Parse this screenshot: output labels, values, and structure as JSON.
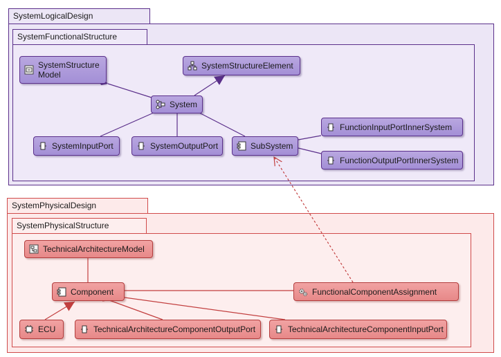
{
  "packages": {
    "logical": "SystemLogicalDesign",
    "functional": "SystemFunctionalStructure",
    "physical": "SystemPhysicalDesign",
    "physical_structure": "SystemPhysicalStructure"
  },
  "nodes": {
    "system_structure_model": "SystemStructure\nModel",
    "system_structure_element": "SystemStructureElement",
    "system": "System",
    "system_input_port": "SystemInputPort",
    "system_output_port": "SystemOutputPort",
    "subsystem": "SubSystem",
    "function_input_port_inner_system": "FunctionInputPortInnerSystem",
    "function_output_port_inner_system": "FunctionOutputPortInnerSystem",
    "technical_architecture_model": "TechnicalArchitectureModel",
    "component": "Component",
    "functional_component_assignment": "FunctionalComponentAssignment",
    "ecu": "ECU",
    "tech_arch_component_output_port": "TechnicalArchitectureComponentOutputPort",
    "tech_arch_component_input_port": "TechnicalArchitectureComponentInputPort"
  },
  "colors": {
    "logical_border": "#5a2f8a",
    "logical_fill": "#a38fd6",
    "physical_border": "#d04a4a",
    "physical_fill": "#e78888"
  }
}
